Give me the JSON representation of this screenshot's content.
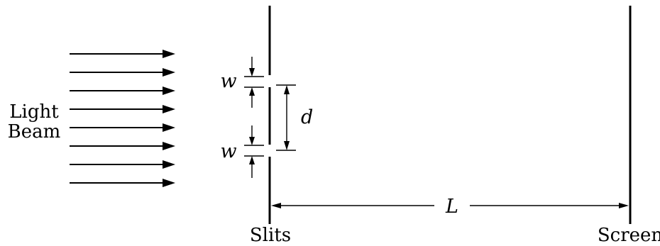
{
  "beam_label": {
    "line1": "Light",
    "line2": "Beam"
  },
  "slit_width_label": "w",
  "slit_separation_label": "d",
  "distance_label": "L",
  "slits_label": "Slits",
  "screen_label": "Screen",
  "colors": {
    "ink": "#000000",
    "background": "#ffffff"
  }
}
